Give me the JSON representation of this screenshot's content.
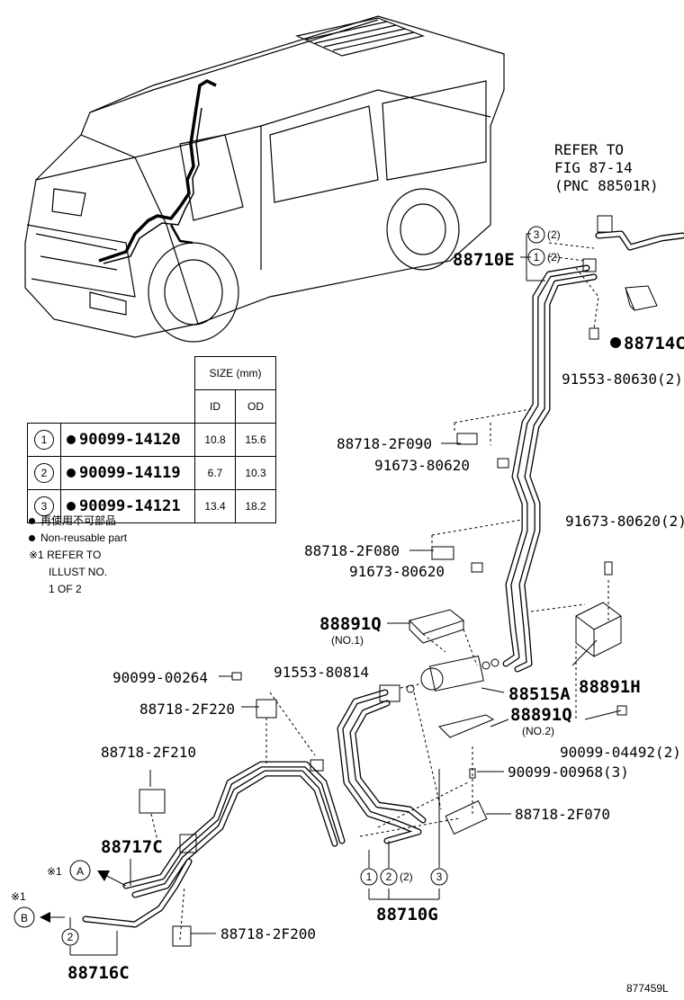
{
  "size_table": {
    "header_size": "SIZE (mm)",
    "header_id": "ID",
    "header_od": "OD",
    "rows": [
      {
        "index": "1",
        "part": "90099-14120",
        "id": "10.8",
        "od": "15.6"
      },
      {
        "index": "2",
        "part": "90099-14119",
        "id": "6.7",
        "od": "10.3"
      },
      {
        "index": "3",
        "part": "90099-14121",
        "id": "13.4",
        "od": "18.2"
      }
    ]
  },
  "notes": {
    "non_reusable_jp": "再使用不可部品",
    "non_reusable_en": "Non-reusable part",
    "refer_line1": "※1 REFER TO",
    "refer_line2": "ILLUST NO.",
    "refer_line3": "1 OF 2"
  },
  "refer": {
    "line1": "REFER TO",
    "line2": "FIG 87-14",
    "line3": "(PNC 88501R)"
  },
  "labels": {
    "p88710E": "88710E",
    "p88714": "88714C",
    "p91553_80630": "91553-80630(2)",
    "p88718_2F090": "88718-2F090",
    "p91673_80620_a": "91673-80620",
    "p91673_80620_2": "91673-80620(2)",
    "p88718_2F080": "88718-2F080",
    "p91673_80620_b": "91673-80620",
    "p88891Q": "88891Q",
    "no1": "(NO.1)",
    "p88891H": "88891H",
    "p88515A": "88515A",
    "p90099_00264": "90099-00264",
    "p91553_80814": "91553-80814",
    "p88718_2F220": "88718-2F220",
    "p88891Q_2": "88891Q",
    "no2": "(NO.2)",
    "p90099_04492": "90099-04492(2)",
    "p90099_00968": "90099-00968(3)",
    "p88718_2F210": "88718-2F210",
    "p88718_2F070": "88718-2F070",
    "p88717C": "88717C",
    "p88710G": "88710G",
    "p88718_2F200": "88718-2F200",
    "p88716C": "88716C",
    "mark_a": "A",
    "mark_b": "B",
    "ref_mark": "※1",
    "qty2": "(2)",
    "c1": "1",
    "c2": "2",
    "c3": "3",
    "illust_no": "877459L"
  }
}
